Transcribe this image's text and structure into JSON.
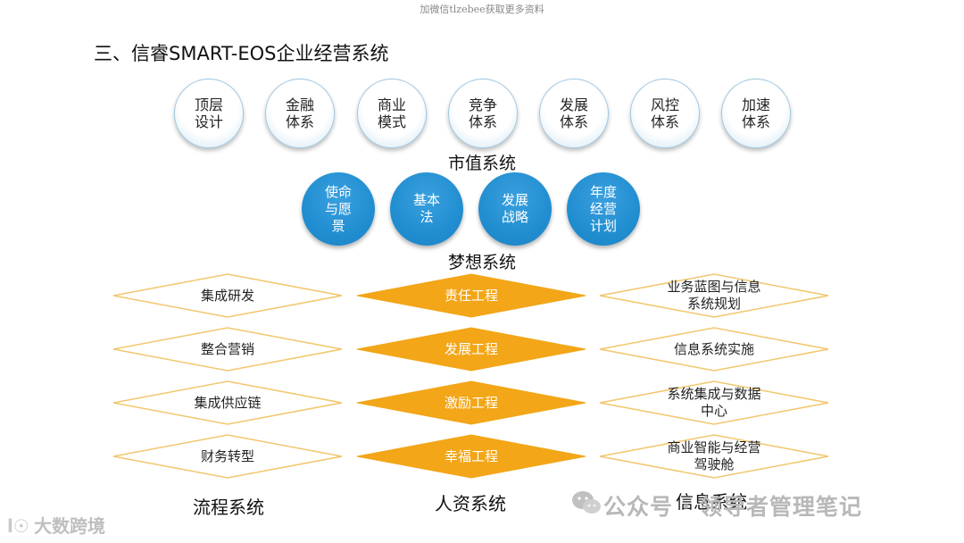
{
  "watermark_top": "加微信tlzebee获取更多资料",
  "title": "三、信睿SMART-EOS企业经营系统",
  "top_circles": [
    {
      "line1": "顶层",
      "line2": "设计"
    },
    {
      "line1": "金融",
      "line2": "体系"
    },
    {
      "line1": "商业",
      "line2": "模式"
    },
    {
      "line1": "竞争",
      "line2": "体系"
    },
    {
      "line1": "发展",
      "line2": "体系"
    },
    {
      "line1": "风控",
      "line2": "体系"
    },
    {
      "line1": "加速",
      "line2": "体系"
    }
  ],
  "market_value_label": "市值系统",
  "blue_circles": [
    {
      "line1": "使命",
      "line2": "与愿",
      "line3": "景"
    },
    {
      "line1": "基本",
      "line2": "法",
      "line3": ""
    },
    {
      "line1": "发展",
      "line2": "战略",
      "line3": ""
    },
    {
      "line1": "年度",
      "line2": "经营",
      "line3": "计划"
    }
  ],
  "dream_label": "梦想系统",
  "left_column": [
    {
      "line1": "集成研发",
      "line2": ""
    },
    {
      "line1": "整合营销",
      "line2": ""
    },
    {
      "line1": "集成供应链",
      "line2": ""
    },
    {
      "line1": "财务转型",
      "line2": ""
    }
  ],
  "middle_column": [
    {
      "line1": "责任工程",
      "line2": ""
    },
    {
      "line1": "发展工程",
      "line2": ""
    },
    {
      "line1": "激励工程",
      "line2": ""
    },
    {
      "line1": "幸福工程",
      "line2": ""
    }
  ],
  "right_column": [
    {
      "line1": "业务蓝图与信息",
      "line2": "系统规划"
    },
    {
      "line1": "信息系统实施",
      "line2": ""
    },
    {
      "line1": "系统集成与数据",
      "line2": "中心"
    },
    {
      "line1": "商业智能与经营",
      "line2": "驾驶舱"
    }
  ],
  "bottom_labels": {
    "process": "流程系统",
    "hr": "人资系统",
    "info": "信息系统"
  },
  "watermark_left": "大数跨境",
  "watermark_right": "公众号 · 领导者管理笔记",
  "colors": {
    "blue": "#218ed1",
    "orange": "#f2a618",
    "circle_border": "#9fc8e2",
    "diamond_outline": "#f2c76e"
  }
}
